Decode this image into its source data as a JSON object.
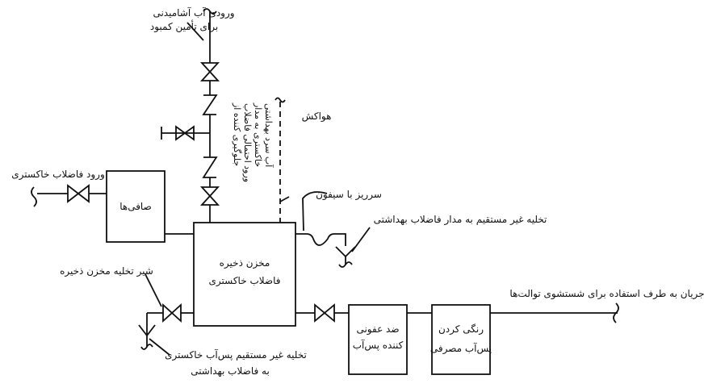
{
  "labels": {
    "potable_inlet_1": "ورودی آب آشامیدنی",
    "potable_inlet_2": "برای تأمین کمبود",
    "backflow_1": "جلوگیری کننده از",
    "backflow_2": "ورود احتمالی فاضلاب",
    "backflow_3": "خاکستری به مدار",
    "backflow_4": "آب سرد بهداشتی",
    "vent": "هواکش",
    "greywater_inlet": "ورود فاضلاب خاکستری",
    "filters": "صافی‌ها",
    "tank_1": "مخزن ذخیره",
    "tank_2": "فاضلاب خاکستری",
    "overflow": "سرریز با سیفون",
    "indirect_drain": "تخلیه غیر مستقیم به مدار فاضلاب بهداشتی",
    "tank_drain_valve": "شیر تخلیه مخزن ذخیره",
    "indirect_waste_1": "تخلیه غیر مستقیم پس‌آب خاکستری",
    "indirect_waste_2": "به فاضلاب بهداشتی",
    "disinfection_1": "ضد عفونی",
    "disinfection_2": "کننده پس‌آب",
    "coloring_1": "رنگی کردن",
    "coloring_2": "پس‌آب مصرفی",
    "toilet_flow": "جریان به طرف استفاده برای شستشوی توالت‌ها"
  }
}
